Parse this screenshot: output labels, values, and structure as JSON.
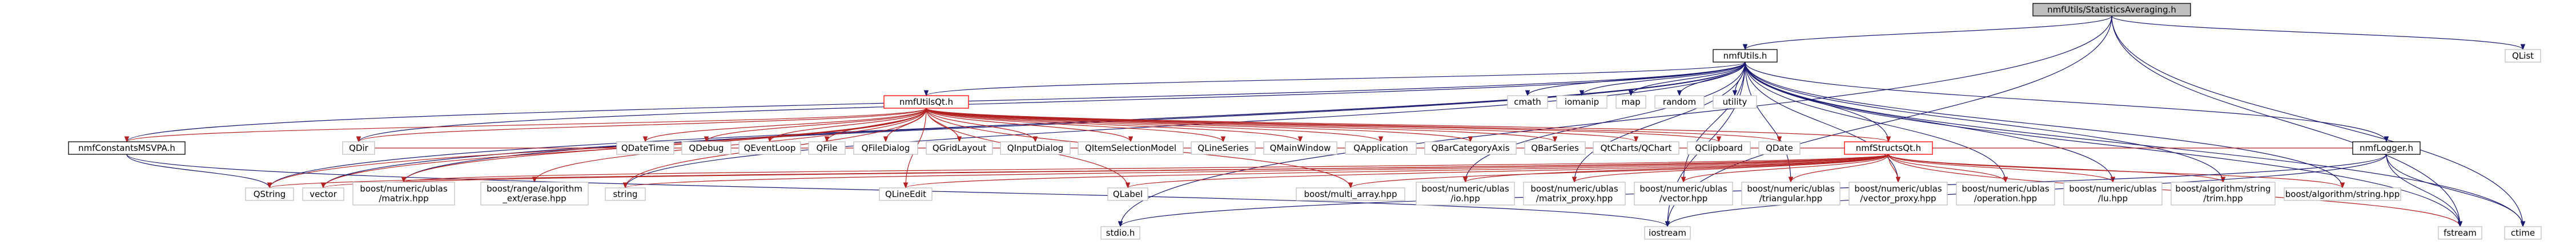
{
  "graph": {
    "root": "nmfUtils/StatisticsAveraging.h",
    "nodes": [
      {
        "id": "n_root",
        "label": "nmfUtils/StatisticsAveraging.h",
        "style": "root"
      },
      {
        "id": "n_utils",
        "label": "nmfUtils.h",
        "style": "black"
      },
      {
        "id": "n_qlist",
        "label": "QList",
        "style": "plain"
      },
      {
        "id": "n_cmath",
        "label": "cmath",
        "style": "plain"
      },
      {
        "id": "n_iomanip",
        "label": "iomanip",
        "style": "plain"
      },
      {
        "id": "n_map",
        "label": "map",
        "style": "plain"
      },
      {
        "id": "n_random",
        "label": "random",
        "style": "plain"
      },
      {
        "id": "n_utility",
        "label": "utility",
        "style": "plain"
      },
      {
        "id": "n_qt",
        "label": "nmfUtilsQt.h",
        "style": "red"
      },
      {
        "id": "n_consts",
        "label": "nmfConstantsMSVPA.h",
        "style": "black"
      },
      {
        "id": "n_qdir",
        "label": "QDir",
        "style": "plain"
      },
      {
        "id": "n_qdatetime",
        "label": "QDateTime",
        "style": "plain"
      },
      {
        "id": "n_qdebug",
        "label": "QDebug",
        "style": "plain"
      },
      {
        "id": "n_qeventloop",
        "label": "QEventLoop",
        "style": "plain"
      },
      {
        "id": "n_qfile",
        "label": "QFile",
        "style": "plain"
      },
      {
        "id": "n_qfiledialog",
        "label": "QFileDialog",
        "style": "plain"
      },
      {
        "id": "n_qgridlayout",
        "label": "QGridLayout",
        "style": "plain"
      },
      {
        "id": "n_qinputdialog",
        "label": "QInputDialog",
        "style": "plain"
      },
      {
        "id": "n_qitemsel",
        "label": "QItemSelectionModel",
        "style": "plain"
      },
      {
        "id": "n_qlineseries",
        "label": "QLineSeries",
        "style": "plain"
      },
      {
        "id": "n_qmainwindow",
        "label": "QMainWindow",
        "style": "plain"
      },
      {
        "id": "n_qapplication",
        "label": "QApplication",
        "style": "plain"
      },
      {
        "id": "n_qbarcat",
        "label": "QBarCategoryAxis",
        "style": "plain"
      },
      {
        "id": "n_qbarseries",
        "label": "QBarSeries",
        "style": "plain"
      },
      {
        "id": "n_qchart",
        "label": "QtCharts/QChart",
        "style": "plain"
      },
      {
        "id": "n_qclipboard",
        "label": "QClipboard",
        "style": "plain"
      },
      {
        "id": "n_qdate",
        "label": "QDate",
        "style": "plain"
      },
      {
        "id": "n_structs",
        "label": "nmfStructsQt.h",
        "style": "red"
      },
      {
        "id": "n_logger",
        "label": "nmfLogger.h",
        "style": "black"
      },
      {
        "id": "n_qstring",
        "label": "QString",
        "style": "plain"
      },
      {
        "id": "n_vector",
        "label": "vector",
        "style": "plain"
      },
      {
        "id": "n_matrix",
        "label": "boost/numeric/ublas\n/matrix.hpp",
        "style": "plain"
      },
      {
        "id": "n_erase",
        "label": "boost/range/algorithm\n_ext/erase.hpp",
        "style": "plain"
      },
      {
        "id": "n_string",
        "label": "string",
        "style": "plain"
      },
      {
        "id": "n_qlineedit",
        "label": "QLineEdit",
        "style": "plain"
      },
      {
        "id": "n_qlabel",
        "label": "QLabel",
        "style": "plain"
      },
      {
        "id": "n_multiarray",
        "label": "boost/multi_array.hpp",
        "style": "plain"
      },
      {
        "id": "n_io",
        "label": "boost/numeric/ublas\n/io.hpp",
        "style": "plain"
      },
      {
        "id": "n_matrixproxy",
        "label": "boost/numeric/ublas\n/matrix_proxy.hpp",
        "style": "plain"
      },
      {
        "id": "n_vectorhpp",
        "label": "boost/numeric/ublas\n/vector.hpp",
        "style": "plain"
      },
      {
        "id": "n_triangular",
        "label": "boost/numeric/ublas\n/triangular.hpp",
        "style": "plain"
      },
      {
        "id": "n_vectorproxy",
        "label": "boost/numeric/ublas\n/vector_proxy.hpp",
        "style": "plain"
      },
      {
        "id": "n_operation",
        "label": "boost/numeric/ublas\n/operation.hpp",
        "style": "plain"
      },
      {
        "id": "n_lu",
        "label": "boost/numeric/ublas\n/lu.hpp",
        "style": "plain"
      },
      {
        "id": "n_trim",
        "label": "boost/algorithm/string\n/trim.hpp",
        "style": "plain"
      },
      {
        "id": "n_algstring",
        "label": "boost/algorithm/string.hpp",
        "style": "plain"
      },
      {
        "id": "n_fstream",
        "label": "fstream",
        "style": "plain"
      },
      {
        "id": "n_ctime",
        "label": "ctime",
        "style": "plain"
      },
      {
        "id": "n_stdio",
        "label": "stdio.h",
        "style": "plain"
      },
      {
        "id": "n_iostream",
        "label": "iostream",
        "style": "plain"
      }
    ],
    "edges": [
      [
        "n_root",
        "n_utils"
      ],
      [
        "n_root",
        "n_qlist"
      ],
      [
        "n_root",
        "n_stdio"
      ],
      [
        "n_root",
        "n_iostream"
      ],
      [
        "n_root",
        "n_fstream"
      ],
      [
        "n_root",
        "n_ctime"
      ],
      [
        "n_utils",
        "n_cmath"
      ],
      [
        "n_utils",
        "n_iomanip"
      ],
      [
        "n_utils",
        "n_map"
      ],
      [
        "n_utils",
        "n_random"
      ],
      [
        "n_utils",
        "n_utility"
      ],
      [
        "n_utils",
        "n_qt"
      ],
      [
        "n_utils",
        "n_consts"
      ],
      [
        "n_utils",
        "n_qdir"
      ],
      [
        "n_utils",
        "n_structs"
      ],
      [
        "n_utils",
        "n_logger"
      ],
      [
        "n_utils",
        "n_vector"
      ],
      [
        "n_utils",
        "n_matrix"
      ],
      [
        "n_utils",
        "n_string"
      ],
      [
        "n_utils",
        "n_io"
      ],
      [
        "n_utils",
        "n_matrixproxy"
      ],
      [
        "n_utils",
        "n_vectorhpp"
      ],
      [
        "n_utils",
        "n_triangular"
      ],
      [
        "n_utils",
        "n_vectorproxy"
      ],
      [
        "n_utils",
        "n_operation"
      ],
      [
        "n_utils",
        "n_lu"
      ],
      [
        "n_utils",
        "n_trim"
      ],
      [
        "n_utils",
        "n_algstring"
      ],
      [
        "n_utils",
        "n_fstream"
      ],
      [
        "n_utils",
        "n_ctime"
      ],
      [
        "n_utils",
        "n_iostream"
      ],
      [
        "n_utils",
        "n_qstring"
      ],
      [
        "n_qt",
        "n_consts"
      ],
      [
        "n_qt",
        "n_qdir"
      ],
      [
        "n_qt",
        "n_qdatetime"
      ],
      [
        "n_qt",
        "n_qdebug"
      ],
      [
        "n_qt",
        "n_qeventloop"
      ],
      [
        "n_qt",
        "n_qfile"
      ],
      [
        "n_qt",
        "n_qfiledialog"
      ],
      [
        "n_qt",
        "n_qgridlayout"
      ],
      [
        "n_qt",
        "n_qinputdialog"
      ],
      [
        "n_qt",
        "n_qitemsel"
      ],
      [
        "n_qt",
        "n_qlineseries"
      ],
      [
        "n_qt",
        "n_qmainwindow"
      ],
      [
        "n_qt",
        "n_qapplication"
      ],
      [
        "n_qt",
        "n_qbarcat"
      ],
      [
        "n_qt",
        "n_qbarseries"
      ],
      [
        "n_qt",
        "n_qchart"
      ],
      [
        "n_qt",
        "n_qclipboard"
      ],
      [
        "n_qt",
        "n_qdate"
      ],
      [
        "n_qt",
        "n_structs"
      ],
      [
        "n_qt",
        "n_qstring"
      ],
      [
        "n_qt",
        "n_vector"
      ],
      [
        "n_qt",
        "n_matrix"
      ],
      [
        "n_qt",
        "n_erase"
      ],
      [
        "n_qt",
        "n_string"
      ],
      [
        "n_qt",
        "n_qlineedit"
      ],
      [
        "n_qt",
        "n_qlabel"
      ],
      [
        "n_qt",
        "n_multiarray"
      ],
      [
        "n_consts",
        "n_qstring"
      ],
      [
        "n_consts",
        "n_iostream"
      ],
      [
        "n_structs",
        "n_qstring"
      ],
      [
        "n_structs",
        "n_vector"
      ],
      [
        "n_structs",
        "n_string"
      ],
      [
        "n_structs",
        "n_qlineedit"
      ],
      [
        "n_structs",
        "n_qlabel"
      ],
      [
        "n_structs",
        "n_multiarray"
      ],
      [
        "n_structs",
        "n_io"
      ],
      [
        "n_structs",
        "n_matrixproxy"
      ],
      [
        "n_structs",
        "n_vectorhpp"
      ],
      [
        "n_structs",
        "n_triangular"
      ],
      [
        "n_structs",
        "n_vectorproxy"
      ],
      [
        "n_structs",
        "n_operation"
      ],
      [
        "n_structs",
        "n_lu"
      ],
      [
        "n_structs",
        "n_trim"
      ],
      [
        "n_structs",
        "n_algstring"
      ],
      [
        "n_structs",
        "n_logger"
      ],
      [
        "n_structs",
        "n_fstream"
      ],
      [
        "n_structs",
        "n_matrix"
      ],
      [
        "n_structs",
        "n_qdir"
      ],
      [
        "n_logger",
        "n_iostream"
      ],
      [
        "n_logger",
        "n_fstream"
      ],
      [
        "n_logger",
        "n_ctime"
      ],
      [
        "n_logger",
        "n_stdio"
      ]
    ]
  }
}
